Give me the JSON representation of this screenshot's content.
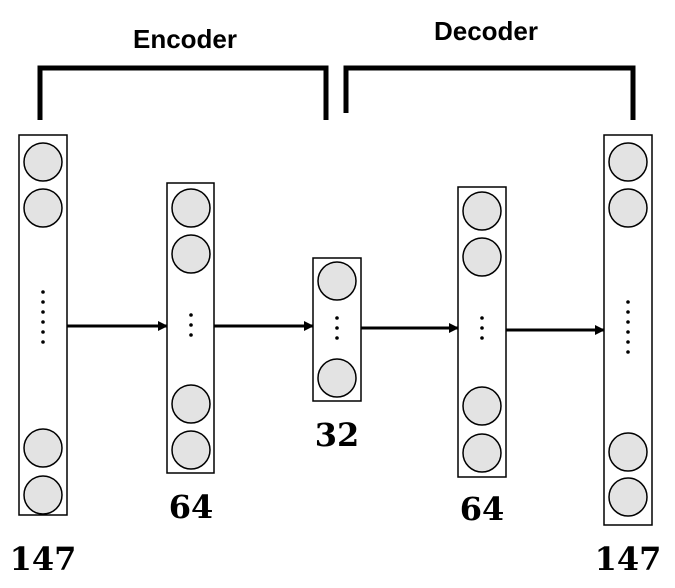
{
  "encoder_label": "Encoder",
  "decoder_label": "Decoder",
  "layers": [
    {
      "size_label": "147"
    },
    {
      "size_label": "64"
    },
    {
      "size_label": "32"
    },
    {
      "size_label": "64"
    },
    {
      "size_label": "147"
    }
  ],
  "colors": {
    "node_fill": "#e3e3e3",
    "stroke": "#000000",
    "background": "#ffffff"
  }
}
